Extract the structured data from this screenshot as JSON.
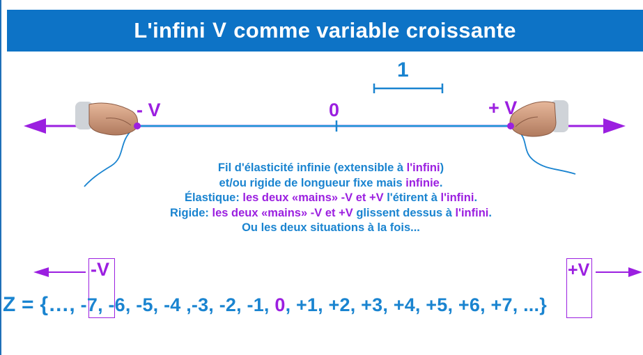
{
  "title": {
    "before": "L'infini",
    "symbol": "V",
    "after": "comme variable croissante"
  },
  "number_line": {
    "unit_label": "1",
    "minus_label": "- V",
    "zero_label": "0",
    "plus_label": "+ V"
  },
  "caption": {
    "line1": {
      "a": "Fil d'élasticité infinie (extensible à ",
      "b": "l'infini",
      "c": ")"
    },
    "line2": {
      "a": "et/ou rigide de longueur fixe mais ",
      "b": "infinie",
      "c": "."
    },
    "line3": {
      "a": "Élastique: ",
      "b": "les deux «mains» -V et +V",
      "c": "  l'étirent à ",
      "d": "l'infini",
      "e": "."
    },
    "line4": {
      "a": "Rigide: ",
      "b": "les deux «mains»  -V et +V",
      "c": " glissent dessus à ",
      "d": "l'infini",
      "e": "."
    },
    "line5": "Ou les deux situations à la fois..."
  },
  "integer_set": {
    "minus_v": "-V",
    "plus_v": "+V",
    "lead": "Z = {…,",
    "minus_seven": "-7",
    "middle_neg": ", -6, -5, -4 ,-3, -2, -1,",
    "zero": "0",
    "middle_pos": ", +1, +2, +3, +4, +5, +6,",
    "plus_seven": "+7",
    "tail": ", ...}"
  },
  "colors": {
    "title_bar": "#0d73c6",
    "blue_text": "#1a84d0",
    "purple": "#9b1fe0"
  },
  "icons": [
    "left-hand-icon",
    "right-hand-icon",
    "arrow-left-icon",
    "arrow-right-icon"
  ]
}
